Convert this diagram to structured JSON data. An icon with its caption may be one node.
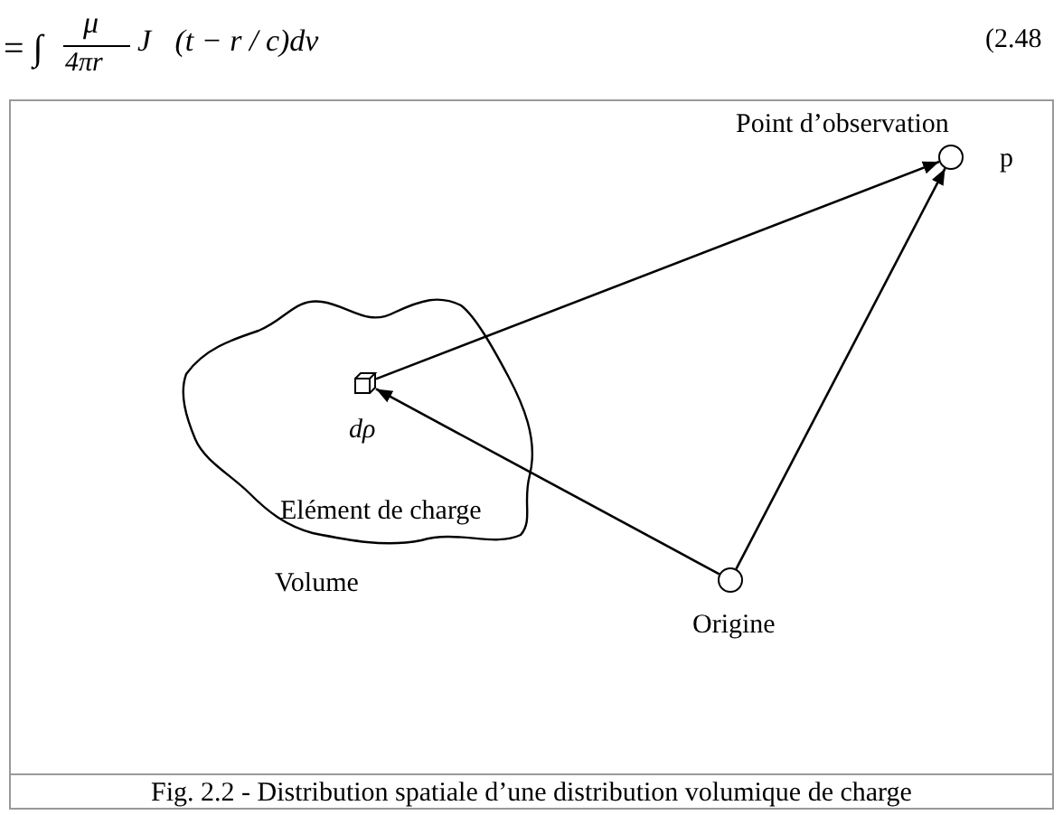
{
  "diagram": {
    "caption": "Fig. 2.2 - Distribution spatiale d’une distribution volumique de charge",
    "nodes": [
      {
        "text": [
          "Elément de charge"
        ],
        "beside": [
          "Volume"
        ]
      },
      {
        "text": [],
        "shape": "box",
        "in": 0,
        "beside": [
          "dρ"
        ]
      },
      {
        "text": [],
        "shape": "circle",
        "beside": [
          "Origine"
        ]
      },
      {
        "text": [],
        "shape": "circle",
        "beside": [
          "Point d’observation",
          "p"
        ]
      }
    ],
    "edges": [
      {
        "from": 1,
        "to": 3,
        "arrow": "to"
      },
      {
        "from": 2,
        "to": 1,
        "arrow": "to"
      },
      {
        "from": 2,
        "to": 3,
        "arrow": "to"
      }
    ],
    "labels": [
      "= ∫",
      "μ",
      "4πr",
      "J⃗(t − r / c)dv",
      "(2.48"
    ]
  }
}
